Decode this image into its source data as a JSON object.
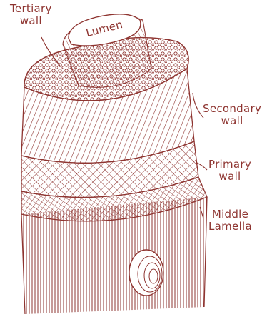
{
  "labels": {
    "tertiary": [
      "Tertiary",
      "wall"
    ],
    "lumen": "Lumen",
    "secondary": [
      "Secondary",
      "wall"
    ],
    "primary": [
      "Primary",
      "wall"
    ],
    "middle_lamella": [
      "Middle",
      "Lamella"
    ]
  },
  "colors": {
    "ink": "#8e3430",
    "paper": "#ffffff"
  }
}
